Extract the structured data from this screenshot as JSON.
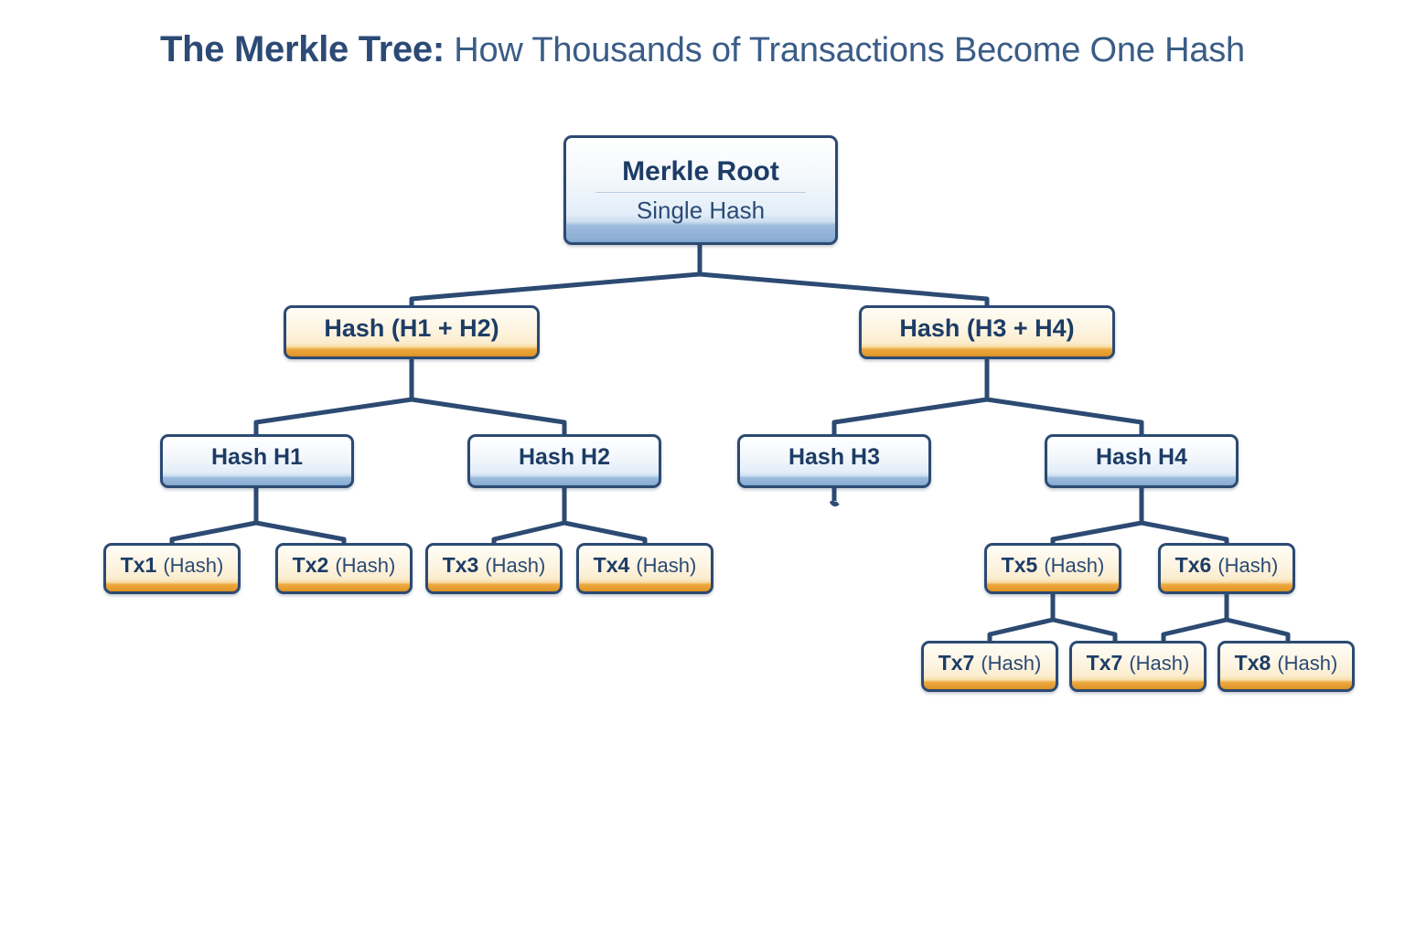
{
  "title": {
    "strong": "The Merkle Tree:",
    "light": " How Thousands of Transactions Become One Hash"
  },
  "colors": {
    "ink_navy": "#1d3c66",
    "border_navy": "#2c4a72",
    "title_navy": "#2b4a75",
    "blue_band": "#8db0d6",
    "orange_band": "#eda83f",
    "cream_fill": "#fdf4e1",
    "background": "#ffffff"
  },
  "root": {
    "title": "Merkle Root",
    "subtitle": "Single Hash"
  },
  "level1": [
    {
      "label": "Hash (H1 + H2)"
    },
    {
      "label": "Hash (H3 + H4)"
    }
  ],
  "level2": [
    {
      "label": "Hash H1"
    },
    {
      "label": "Hash H2"
    },
    {
      "label": "Hash H3"
    },
    {
      "label": "Hash H4"
    }
  ],
  "level3": [
    {
      "id": "Tx1",
      "hash": "(Hash)"
    },
    {
      "id": "Tx2",
      "hash": "(Hash)"
    },
    {
      "id": "Tx3",
      "hash": "(Hash)"
    },
    {
      "id": "Tx4",
      "hash": "(Hash)"
    },
    {
      "id": "Tx5",
      "hash": "(Hash)"
    },
    {
      "id": "Tx6",
      "hash": "(Hash)"
    }
  ],
  "level4": [
    {
      "id": "Tx7",
      "hash": "(Hash)"
    },
    {
      "id": "Tx7",
      "hash": "(Hash)"
    },
    {
      "id": "Tx8",
      "hash": "(Hash)"
    }
  ]
}
